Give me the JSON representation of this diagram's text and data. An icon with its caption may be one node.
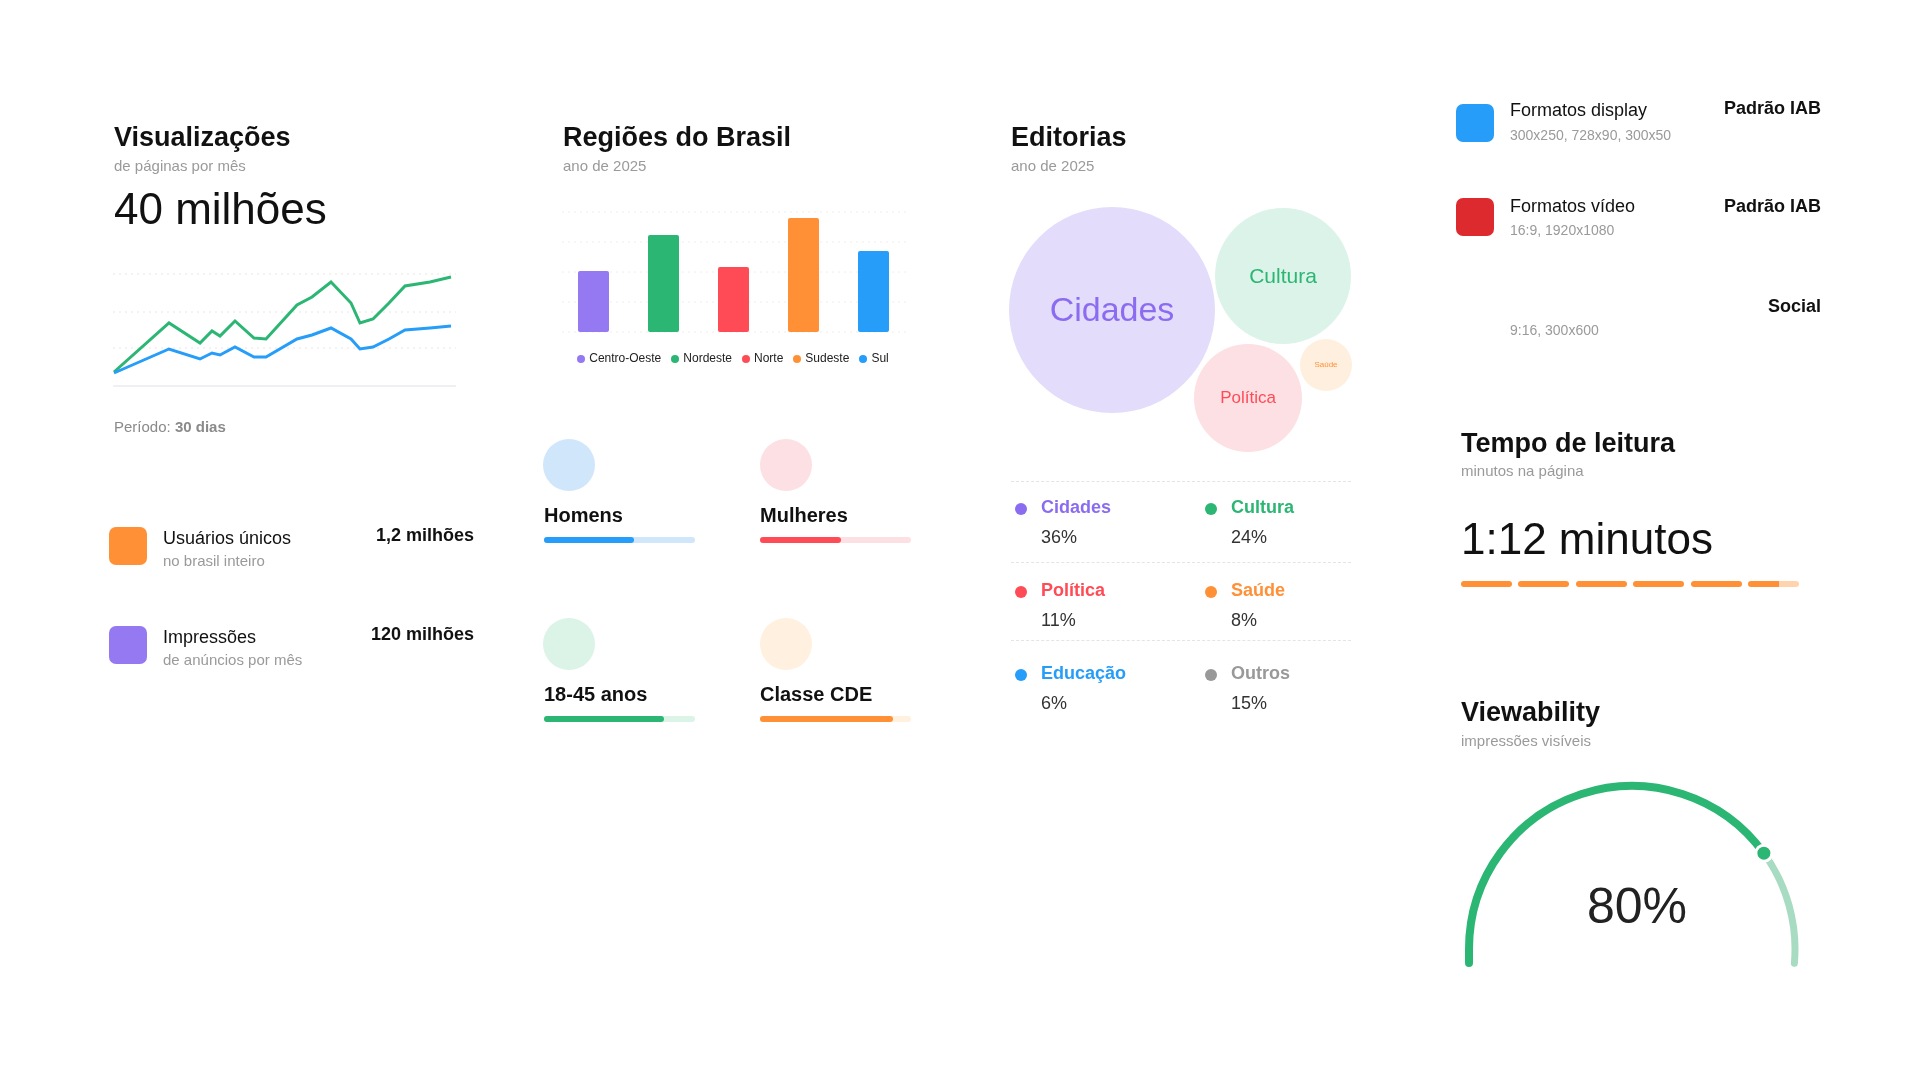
{
  "diagram": {
    "nodes": [
      {
        "text": [
          "Cidades"
        ]
      },
      {
        "text": [
          "Cultura"
        ]
      },
      {
        "text": [
          "Política"
        ]
      },
      {
        "text": [
          "Saúde"
        ]
      }
    ],
    "labels": [
      "Visualizações",
      "de páginas por mês",
      "40 milhões",
      "Período: **30 dias**",
      "Usuários únicos",
      "no brasil inteiro",
      "1,2 milhões",
      "Impressões",
      "de anúncios por mês",
      "120 milhões",
      "Regiões do Brasil",
      "ano de 2025",
      "Homens",
      "Mulheres",
      "18-45 anos",
      "Classe CDE",
      "Editorias",
      "ano de 2025",
      "36%",
      "24%",
      "11%",
      "8%",
      "6%",
      "15%",
      "Formatos display",
      "300x250, 728x90, 300x50",
      "Padrão IAB",
      "Formatos vídeo",
      "16:9, 1920x1080",
      "Padrão IAB",
      "9:16, 300x600",
      "Social",
      "Tempo de leitura",
      "minutos na página",
      "1:12 minutos",
      "Viewability",
      "impressões visíveis",
      "80%"
    ],
    "legend": [
      {
        "text": "Centro-Oeste",
        "color": "#9479f2"
      },
      {
        "text": "Nordeste",
        "color": "#2bb673"
      },
      {
        "text": "Norte",
        "color": "#ff4b55"
      },
      {
        "text": "Sudeste",
        "color": "#ff9035"
      },
      {
        "text": "Sul",
        "color": "#269df8"
      },
      {
        "text": "Cidades",
        "color": "#8b6cf0"
      },
      {
        "text": "Cultura",
        "color": "#2bb673"
      },
      {
        "text": "Política",
        "color": "#ff4b55"
      },
      {
        "text": "Saúde",
        "color": "#ff9035"
      },
      {
        "text": "Educação",
        "color": "#269df8"
      },
      {
        "text": "Outros",
        "color": "#999999"
      }
    ]
  }
}
